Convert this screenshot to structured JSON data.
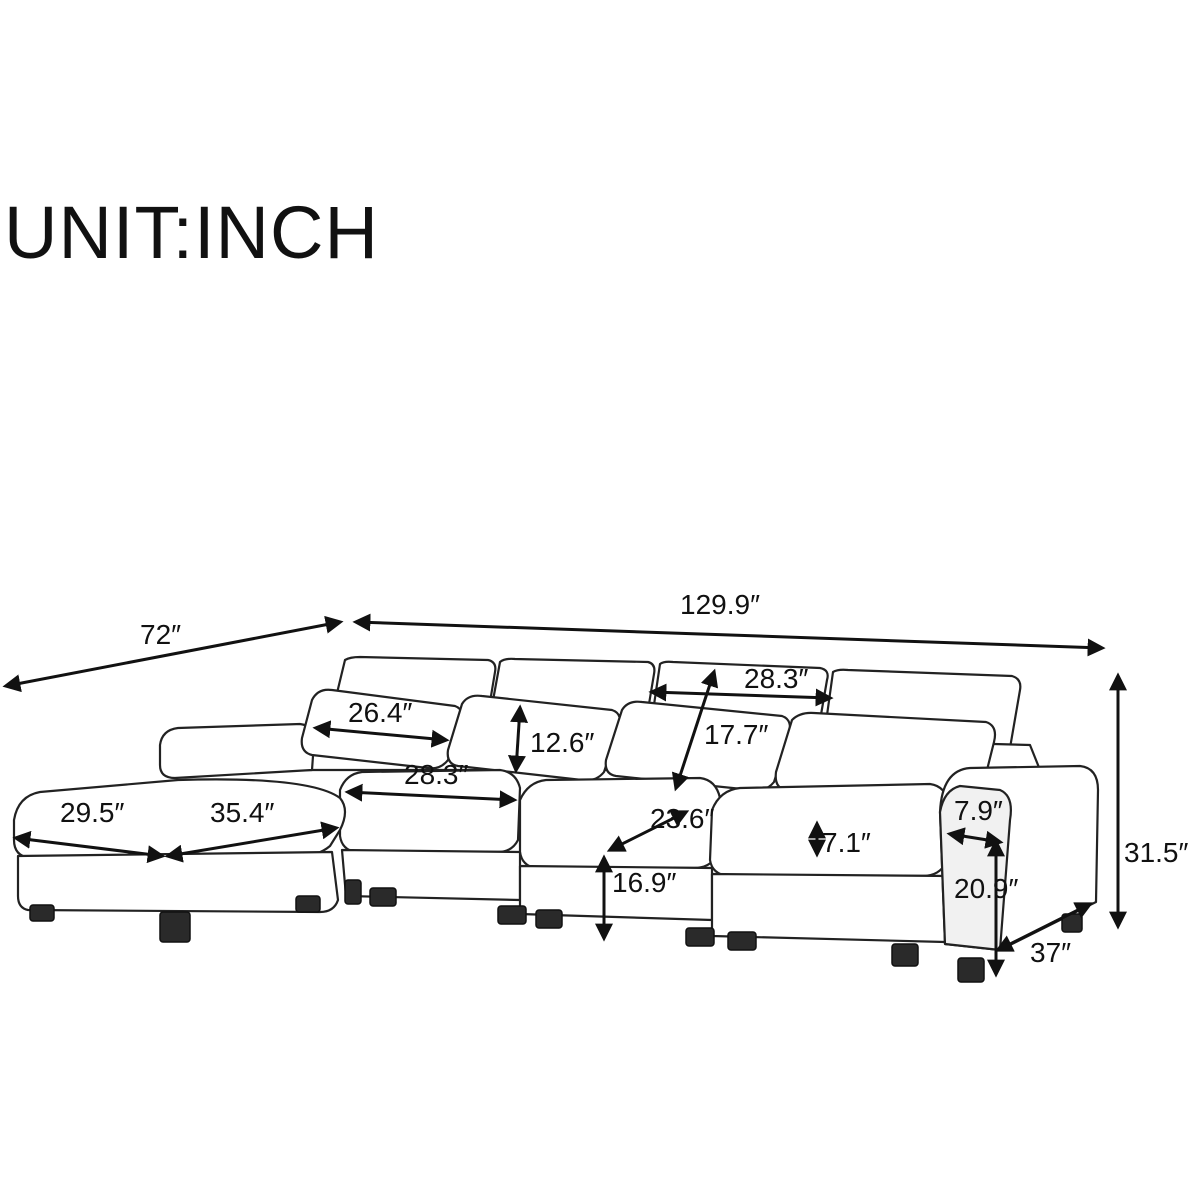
{
  "title": "UNIT:INCH",
  "dimensions": {
    "overall_depth": "72″",
    "overall_length": "129.9″",
    "pillow_width": "26.4″",
    "pillow_height": "12.6″",
    "back_cushion_width": "28.3″",
    "seat_depth": "17.7″",
    "seat_width": "28.3″",
    "seat_cushion_depth": "23.6″",
    "ottoman_width": "29.5″",
    "ottoman_length": "35.4″",
    "arm_width": "7.9″",
    "overall_height": "31.5″",
    "arm_height": "20.9″",
    "cushion_thickness": "7.1″",
    "seat_height": "16.9″",
    "arm_depth": "37″"
  },
  "colors": {
    "line": "#111111",
    "fill": "#ffffff"
  }
}
